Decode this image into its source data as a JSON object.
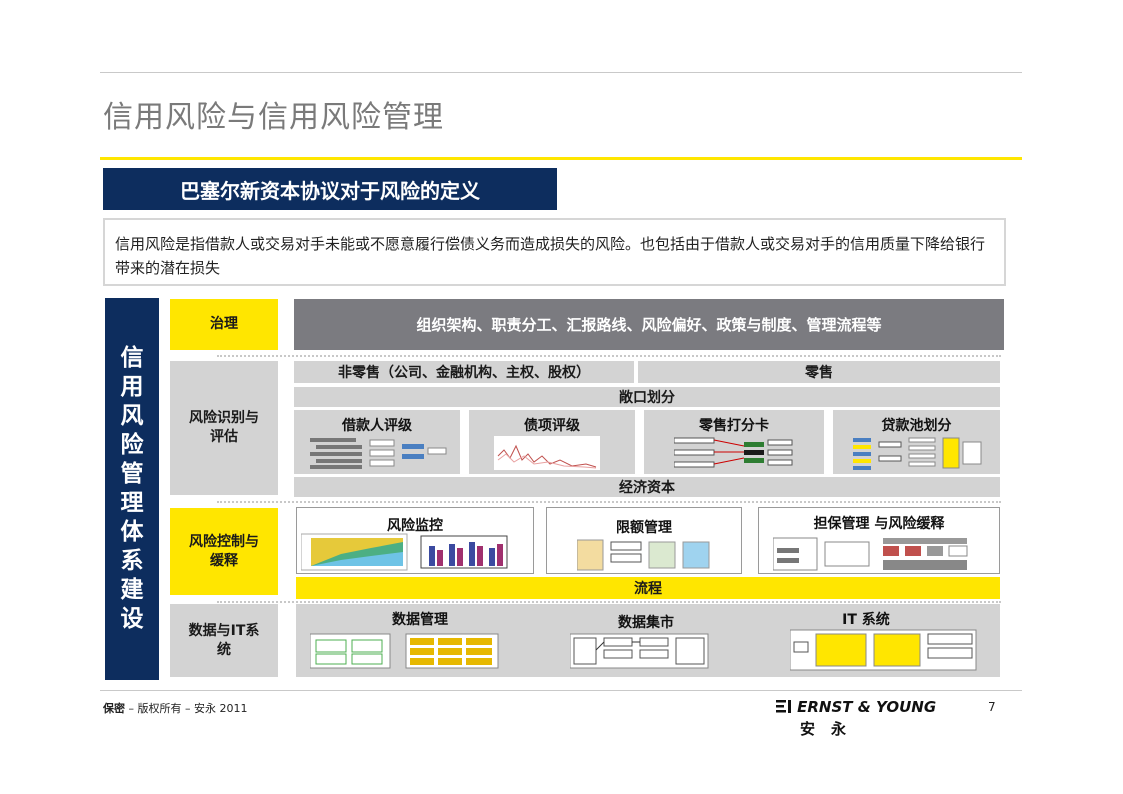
{
  "title": "信用风险与信用风险管理",
  "definition": {
    "heading": "巴塞尔新资本协议对于风险的定义",
    "text": "信用风险是指借款人或交易对手未能或不愿意履行偿债义务而造成损失的风险。也包括由于借款人或交易对手的信用质量下降给银行带来的潜在损失"
  },
  "sidebar": {
    "chars": [
      "信",
      "用",
      "风",
      "险",
      "管",
      "理",
      "体",
      "系",
      "建",
      "设"
    ]
  },
  "sections": {
    "governance": {
      "label": "治理",
      "content": "组织架构、职责分工、汇报路线、风险偏好、政策与制度、管理流程等"
    },
    "identification": {
      "label": "风险识别与评估",
      "non_retail": "非零售（公司、金融机构、主权、股权）",
      "retail": "零售",
      "exposure": "敞口划分",
      "cards": [
        "借款人评级",
        "债项评级",
        "零售打分卡",
        "贷款池划分"
      ],
      "economic_capital": "经济资本"
    },
    "control": {
      "label": "风险控制与缓释",
      "cards": [
        "风险监控",
        "限额管理",
        "担保管理 与风险缓释"
      ],
      "process": "流程"
    },
    "data_it": {
      "label": "数据与IT系统",
      "cards": [
        "数据管理",
        "数据集市",
        "IT 系统"
      ]
    }
  },
  "footer": {
    "confidential": "保密",
    "rights": " – 版权所有 – 安永 2011",
    "logo_en": "ERNST & YOUNG",
    "logo_cn": "安永",
    "page_number": "7"
  },
  "colors": {
    "navy": "#0d2d5e",
    "yellow": "#ffe600",
    "grey": "#d3d3d3",
    "dark_grey": "#7b7b80"
  }
}
